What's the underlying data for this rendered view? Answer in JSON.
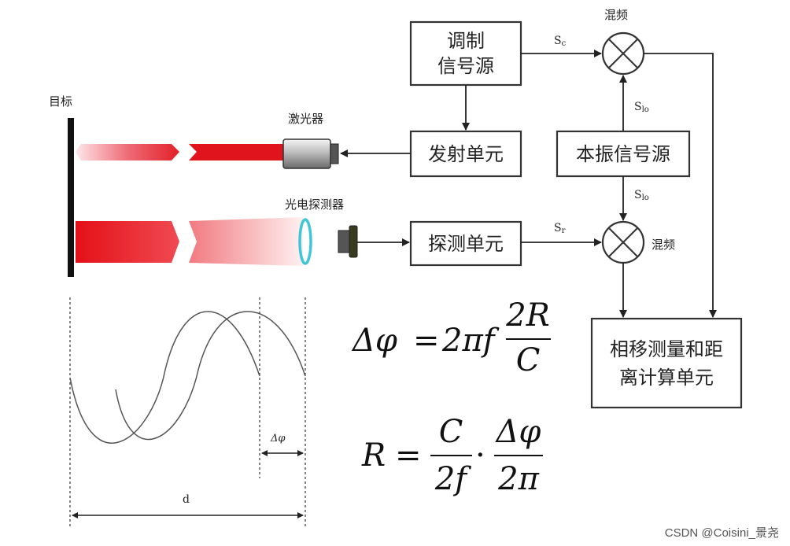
{
  "blocks": {
    "modulation_source": [
      "调制",
      "信号源"
    ],
    "transmit_unit": "发射单元",
    "local_oscillator": "本振信号源",
    "detect_unit": "探测单元",
    "phase_unit": [
      "相移测量和距",
      "离计算单元"
    ]
  },
  "labels": {
    "target": "目标",
    "laser": "激光器",
    "photodetector": "光电探测器",
    "mixer_top": "混频",
    "mixer_bottom": "混频",
    "delta_phi_small": "Δφ",
    "distance_d": "d"
  },
  "signals": {
    "sc": {
      "main": "S",
      "sub": "c"
    },
    "slo_up": {
      "main": "S",
      "sub": "lo"
    },
    "slo_down": {
      "main": "S",
      "sub": "lo"
    },
    "sr": {
      "main": "S",
      "sub": "r"
    }
  },
  "equations": {
    "eq1": {
      "lhs": "Δφ",
      "eq": "=",
      "coef": "2πf",
      "num": "2R",
      "den": "C"
    },
    "eq2": {
      "lhs": "R",
      "eq": "=",
      "num1": "C",
      "den1": "2f",
      "dot": "·",
      "num2": "Δφ",
      "den2": "2π"
    }
  },
  "watermark": "CSDN @Coisini_景尧",
  "colors": {
    "beam": "#e0141c",
    "beam_fade": "#fbdcdc",
    "lens": "#3fc6d8",
    "line": "#333333"
  }
}
